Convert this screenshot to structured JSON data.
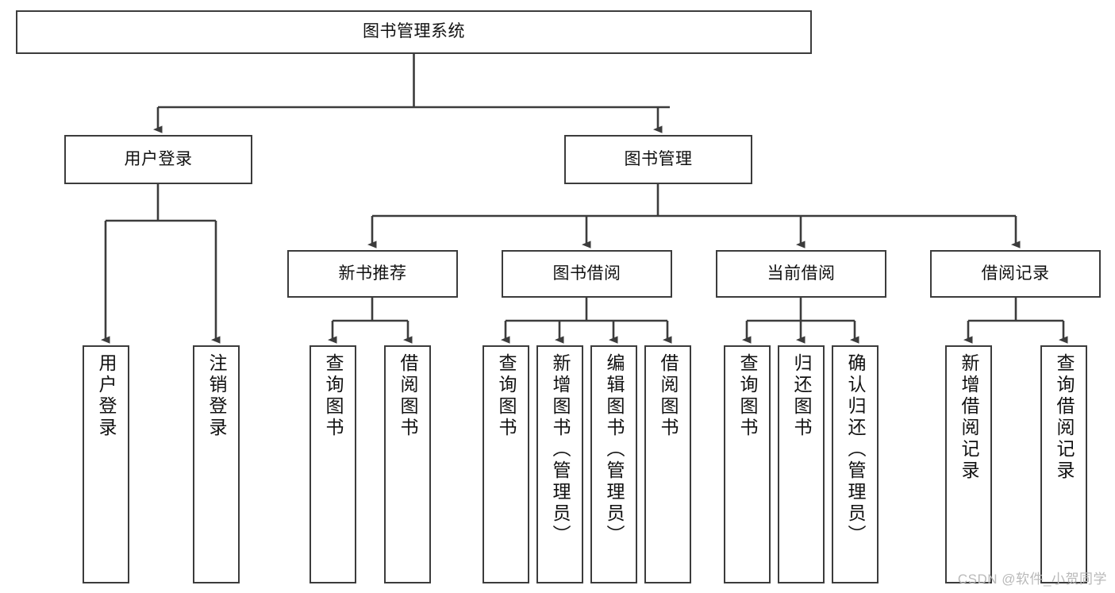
{
  "diagram": {
    "type": "tree-hierarchy",
    "title": "图书管理系统",
    "watermark": "CSDN @软件_小贺同学",
    "colors": {
      "background": "#ffffff",
      "box_border": "#3c3c3c",
      "box_fill": "#ffffff",
      "connector": "#3c3c3c",
      "text": "#111111",
      "watermark": "#b9b9b9"
    },
    "levels": {
      "root": {
        "label": "图书管理系统"
      },
      "level2": [
        {
          "id": "user-login",
          "label": "用户登录"
        },
        {
          "id": "book-management",
          "label": "图书管理"
        }
      ],
      "level3": [
        {
          "id": "new-book-recommend",
          "label": "新书推荐",
          "parent": "book-management"
        },
        {
          "id": "book-borrow",
          "label": "图书借阅",
          "parent": "book-management"
        },
        {
          "id": "current-borrow",
          "label": "当前借阅",
          "parent": "book-management"
        },
        {
          "id": "borrow-record",
          "label": "借阅记录",
          "parent": "book-management"
        }
      ],
      "leaves": [
        {
          "id": "leaf-user-login",
          "label": "用户登录",
          "parent": "user-login"
        },
        {
          "id": "leaf-logout-login",
          "label": "注销登录",
          "parent": "user-login"
        },
        {
          "id": "leaf-query-book-1",
          "label": "查询图书",
          "parent": "new-book-recommend"
        },
        {
          "id": "leaf-borrow-book-1",
          "label": "借阅图书",
          "parent": "new-book-recommend"
        },
        {
          "id": "leaf-query-book-2",
          "label": "查询图书",
          "parent": "book-borrow"
        },
        {
          "id": "leaf-add-book",
          "label": "新增图书（管理员）",
          "parent": "book-borrow"
        },
        {
          "id": "leaf-edit-book",
          "label": "编辑图书（管理员）",
          "parent": "book-borrow"
        },
        {
          "id": "leaf-borrow-book-2",
          "label": "借阅图书",
          "parent": "book-borrow"
        },
        {
          "id": "leaf-query-book-3",
          "label": "查询图书",
          "parent": "current-borrow"
        },
        {
          "id": "leaf-return-book",
          "label": "归还图书",
          "parent": "current-borrow"
        },
        {
          "id": "leaf-confirm-return",
          "label": "确认归还（管理员）",
          "parent": "current-borrow"
        },
        {
          "id": "leaf-add-record",
          "label": "新增借阅记录",
          "parent": "borrow-record"
        },
        {
          "id": "leaf-query-record",
          "label": "查询借阅记录",
          "parent": "borrow-record"
        }
      ]
    }
  }
}
